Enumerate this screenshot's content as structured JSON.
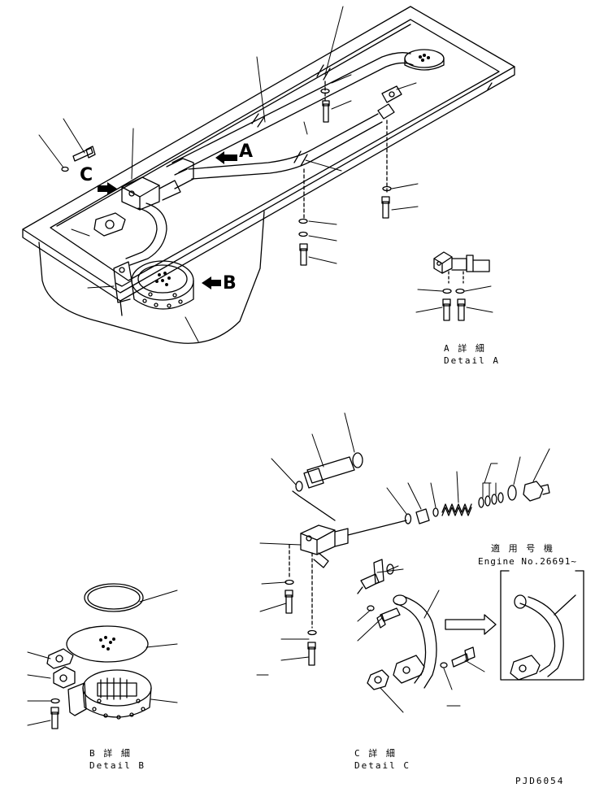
{
  "markers": {
    "a": "A",
    "b": "B",
    "c": "C"
  },
  "captions": {
    "detail_a_jp": "A 詳 細",
    "detail_a_en": "Detail A",
    "detail_b_jp": "B 詳 細",
    "detail_b_en": "Detail B",
    "detail_c_jp": "C 詳 細",
    "detail_c_en": "Detail C"
  },
  "applicability": {
    "jp": "適 用 号 機",
    "en": "Engine No.26691~"
  },
  "drawing_code": "PJD6054"
}
